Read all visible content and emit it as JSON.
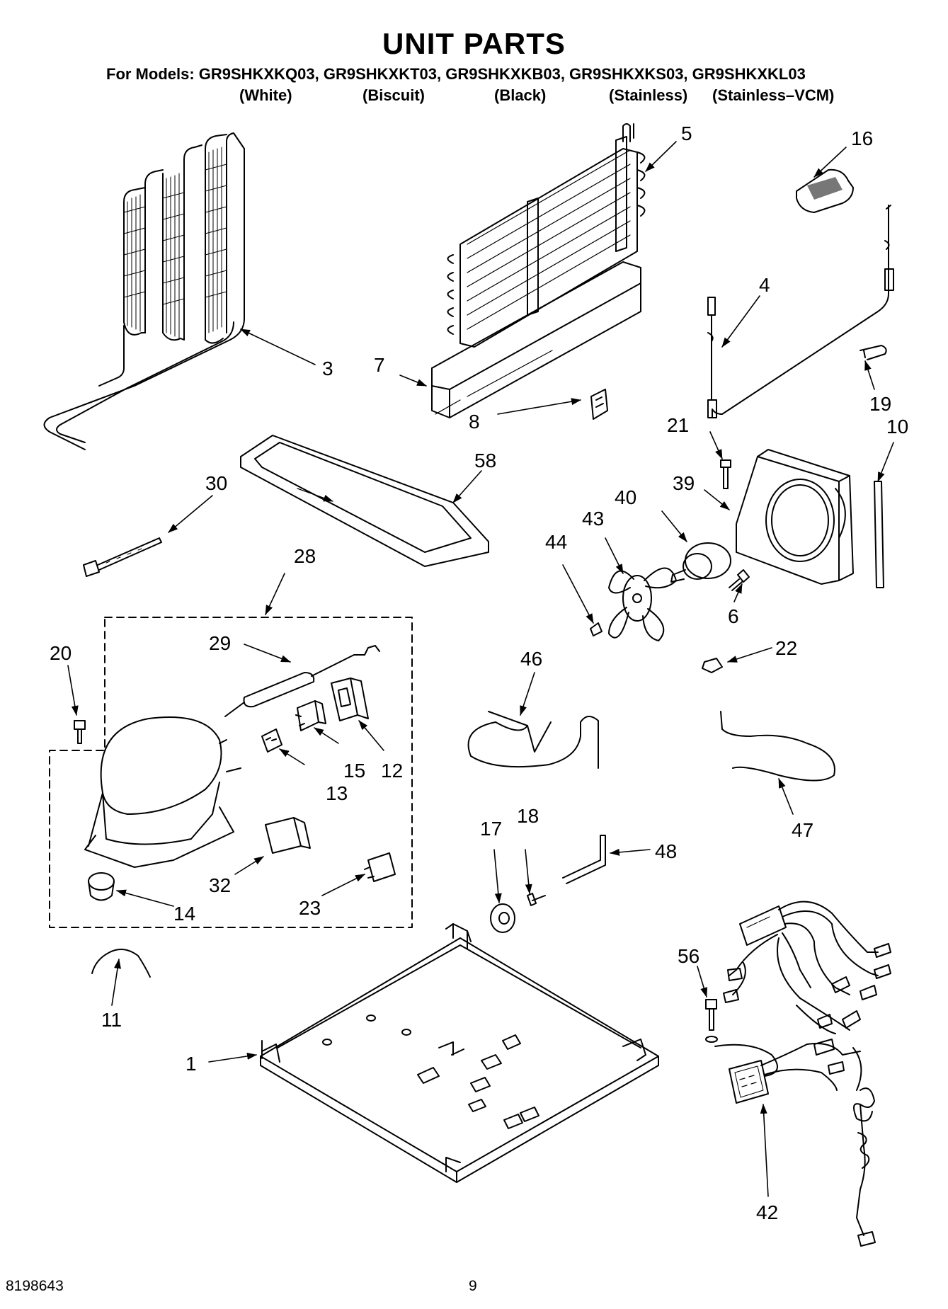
{
  "header": {
    "title": "UNIT PARTS",
    "models": "For Models: GR9SHKXKQ03, GR9SHKXKT03, GR9SHKXKB03, GR9SHKXKS03, GR9SHKXKL03",
    "finishes": [
      "(White)",
      "(Biscuit)",
      "(Black)",
      "(Stainless)",
      "(Stainless–VCM)"
    ]
  },
  "callouts": [
    "5",
    "16",
    "4",
    "3",
    "7",
    "8",
    "19",
    "21",
    "10",
    "58",
    "30",
    "39",
    "40",
    "43",
    "44",
    "6",
    "28",
    "29",
    "20",
    "22",
    "46",
    "15",
    "12",
    "13",
    "47",
    "17",
    "18",
    "48",
    "32",
    "23",
    "14",
    "11",
    "56",
    "1",
    "42"
  ],
  "footer": {
    "doc_number": "8198643",
    "page_number": "9"
  }
}
